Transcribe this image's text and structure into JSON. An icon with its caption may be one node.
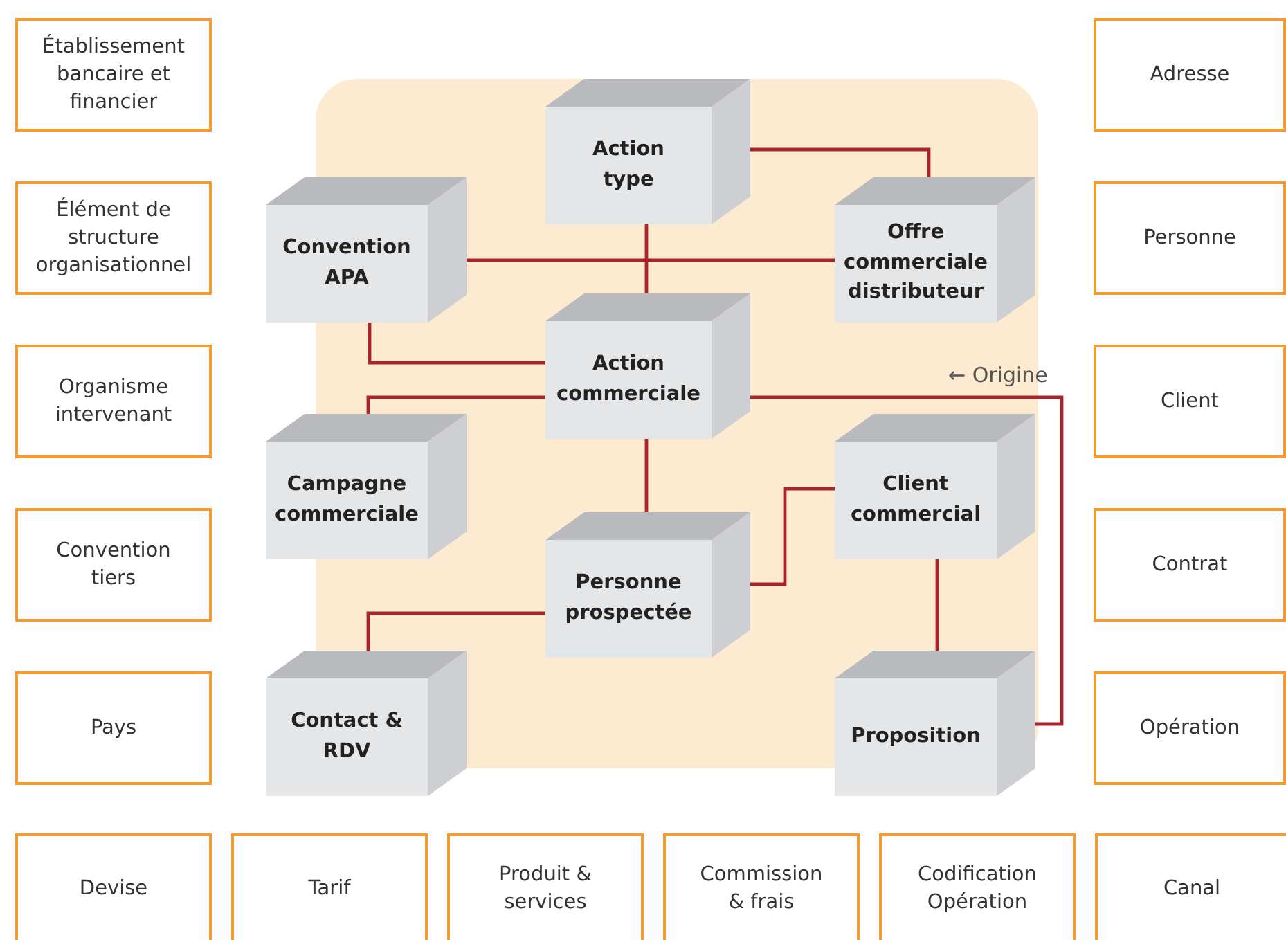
{
  "diagram": {
    "nodes": [
      {
        "text": [
          "Établissement bancaire et financier"
        ]
      },
      {
        "text": [
          "Élément de structure organisationnel"
        ]
      },
      {
        "text": [
          "Organisme intervenant"
        ]
      },
      {
        "text": [
          "Convention tiers"
        ]
      },
      {
        "text": [
          "Pays"
        ]
      },
      {
        "text": [
          "Adresse"
        ]
      },
      {
        "text": [
          "Personne"
        ]
      },
      {
        "text": [
          "Client"
        ]
      },
      {
        "text": [
          "Contrat"
        ]
      },
      {
        "text": [
          "Opération"
        ]
      },
      {
        "text": [
          "Devise"
        ]
      },
      {
        "text": [
          "Tarif"
        ]
      },
      {
        "text": [
          "Produit & services"
        ]
      },
      {
        "text": [
          "Commission & frais"
        ]
      },
      {
        "text": [
          "Codification Opération"
        ]
      },
      {
        "text": [
          "Canal"
        ]
      },
      {
        "text": [
          "Action type"
        ]
      },
      {
        "text": [
          "Convention APA"
        ]
      },
      {
        "text": [
          "Offre commerciale distributeur"
        ]
      },
      {
        "text": [
          "Action commerciale"
        ]
      },
      {
        "text": [
          "Campagne commerciale"
        ]
      },
      {
        "text": [
          "Client commercial"
        ]
      },
      {
        "text": [
          "Personne prospectée"
        ]
      },
      {
        "text": [
          "Contact & RDV"
        ]
      },
      {
        "text": [
          "Proposition"
        ]
      }
    ],
    "edges": [
      {
        "from": 16,
        "to": 18,
        "arrow": "none"
      },
      {
        "from": 17,
        "to": 18,
        "arrow": "none"
      },
      {
        "from": 16,
        "to": 19,
        "arrow": "none"
      },
      {
        "from": 17,
        "to": 19,
        "arrow": "none"
      },
      {
        "from": 19,
        "to": 20,
        "arrow": "none"
      },
      {
        "from": 19,
        "to": 22,
        "arrow": "none"
      },
      {
        "from": 22,
        "to": 21,
        "arrow": "none"
      },
      {
        "from": 22,
        "to": 23,
        "arrow": "none"
      },
      {
        "from": 21,
        "to": 24,
        "arrow": "none"
      },
      {
        "from": 19,
        "to": 24,
        "arrow": "none",
        "label": "← Origine"
      }
    ]
  }
}
